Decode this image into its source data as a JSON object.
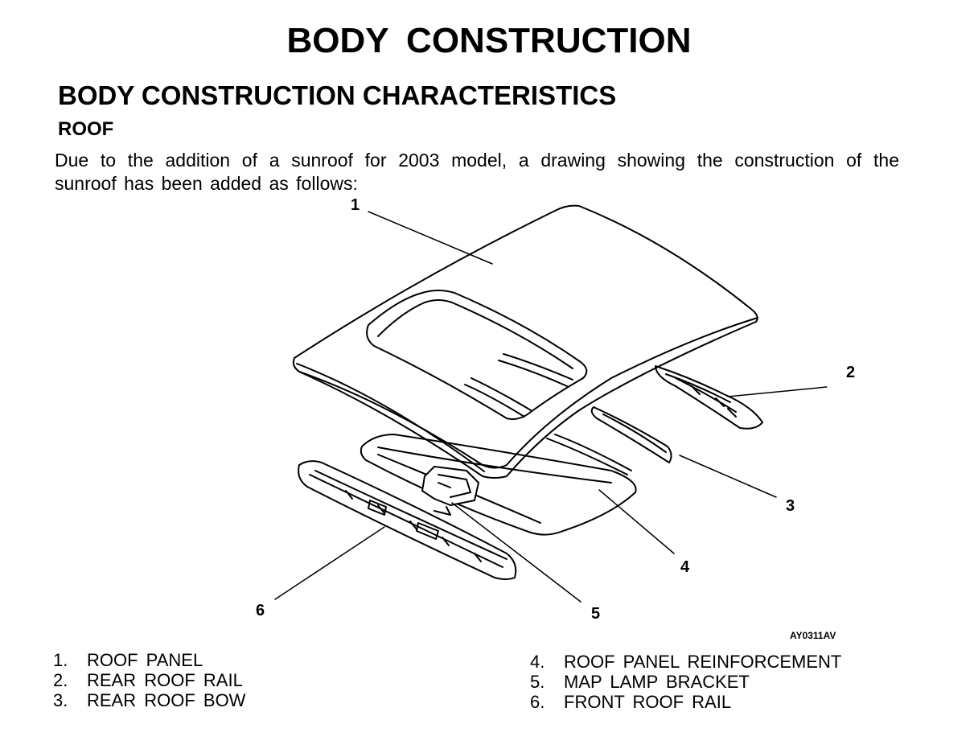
{
  "title": "BODY  CONSTRUCTION",
  "section_title": "BODY CONSTRUCTION CHARACTERISTICS",
  "subsection_title": "ROOF",
  "intro_text": "Due to the addition of a sunroof for 2003 model, a drawing showing the construction of the sunroof has been added as follows:",
  "figure": {
    "code": "AY0311AV",
    "callouts": [
      "1",
      "2",
      "3",
      "4",
      "5",
      "6"
    ]
  },
  "legend": {
    "left": [
      {
        "num": "1.",
        "label": "ROOF PANEL"
      },
      {
        "num": "2.",
        "label": "REAR ROOF RAIL"
      },
      {
        "num": "3.",
        "label": "REAR ROOF BOW"
      }
    ],
    "right": [
      {
        "num": "4.",
        "label": "ROOF PANEL REINFORCEMENT"
      },
      {
        "num": "5.",
        "label": "MAP LAMP BRACKET"
      },
      {
        "num": "6.",
        "label": "FRONT ROOF RAIL"
      }
    ]
  }
}
